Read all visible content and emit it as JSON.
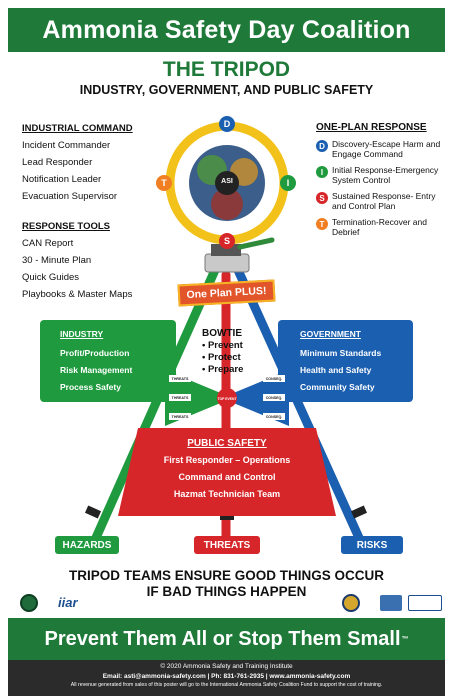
{
  "header": {
    "title": "Ammonia Safety Day Coalition"
  },
  "main": {
    "title": "THE TRIPOD",
    "subtitle": "INDUSTRY, GOVERNMENT, AND PUBLIC SAFETY"
  },
  "industrial_command": {
    "heading": "INDUSTRIAL COMMAND",
    "items": [
      "Incident Commander",
      "Lead Responder",
      "Notification Leader",
      "Evacuation Supervisor"
    ]
  },
  "response_tools": {
    "heading": "RESPONSE TOOLS",
    "items": [
      "CAN Report",
      "30 - Minute Plan",
      "Quick Guides",
      "Playbooks & Master Maps"
    ]
  },
  "one_plan": {
    "heading": "ONE-PLAN RESPONSE",
    "items": [
      {
        "letter": "D",
        "text": "Discovery-Escape Harm and Engage Command",
        "color": "#1b5fb0"
      },
      {
        "letter": "I",
        "text": "Initial Response-Emergency System Control",
        "color": "#1f9a3e"
      },
      {
        "letter": "S",
        "text": "Sustained Response- Entry and Control Plan",
        "color": "#d7262a"
      },
      {
        "letter": "T",
        "text": "Termination-Recover and Debrief",
        "color": "#ef7f22"
      }
    ]
  },
  "circle": {
    "top": "D",
    "left": "T",
    "right": "I",
    "bottom": "S",
    "center": "ASI"
  },
  "plan_sign": "One Plan PLUS!",
  "industry": {
    "heading": "INDUSTRY",
    "items": [
      "Profit/Production",
      "Risk Management",
      "Process Safety"
    ],
    "color": "#1f9a3e"
  },
  "bowtie": {
    "heading": "BOWTIE",
    "items": [
      "• Prevent",
      "• Protect",
      "• Prepare"
    ],
    "threats": [
      "THREATS",
      "THREATS",
      "THREATS"
    ],
    "consequences": [
      "CONSEQ.",
      "CONSEQ.",
      "CONSEQ."
    ],
    "center": "TOP EVENT"
  },
  "government": {
    "heading": "GOVERNMENT",
    "items": [
      "Minimum Standards",
      "Health and Safety",
      "Community Safety"
    ],
    "color": "#1b5fb0"
  },
  "public_safety": {
    "heading": "PUBLIC SAFETY",
    "items": [
      "First Responder – Operations",
      "Command and Control",
      "Hazmat Technician Team"
    ],
    "color": "#d7262a"
  },
  "legs": {
    "hazards": "HAZARDS",
    "threats": "THREATS",
    "risks": "RISKS"
  },
  "closing": {
    "line1": "TRIPOD TEAMS ENSURE GOOD THINGS OCCUR",
    "line2": "IF BAD THINGS HAPPEN"
  },
  "logos": {
    "iiar": "iiar"
  },
  "footer_banner": "Prevent Them All or Stop Them Small",
  "footer": {
    "line1": "© 2020 Ammonia Safety and Training Institute",
    "line2": "Email: asti@ammonia-safety.com | Ph: 831-761-2935 | www.ammonia-safety.com",
    "line3": "All revenue generated from sales of this poster will go to the International Ammonia Safety Coalition Fund to support the cost of training."
  }
}
